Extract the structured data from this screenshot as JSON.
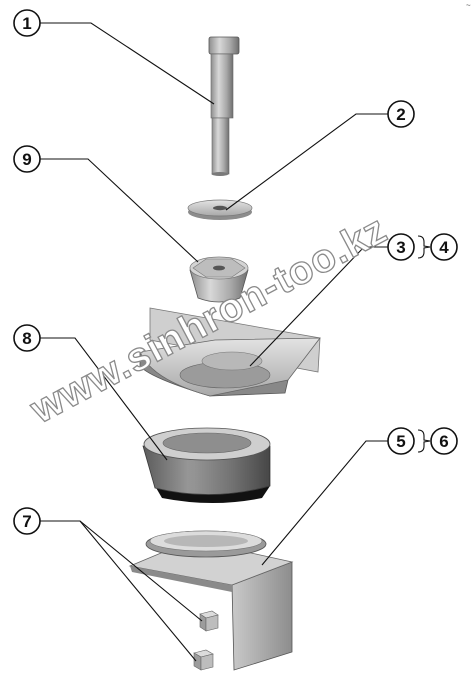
{
  "callouts": [
    {
      "id": "c1",
      "label": "1"
    },
    {
      "id": "c2",
      "label": "2"
    },
    {
      "id": "c3",
      "label": "3"
    },
    {
      "id": "c4",
      "label": "4"
    },
    {
      "id": "c5",
      "label": "5"
    },
    {
      "id": "c6",
      "label": "6"
    },
    {
      "id": "c7",
      "label": "7"
    },
    {
      "id": "c8",
      "label": "8"
    },
    {
      "id": "c9",
      "label": "9"
    }
  ],
  "watermark": "www.sinhron-too.kz",
  "corner_mark": "~"
}
